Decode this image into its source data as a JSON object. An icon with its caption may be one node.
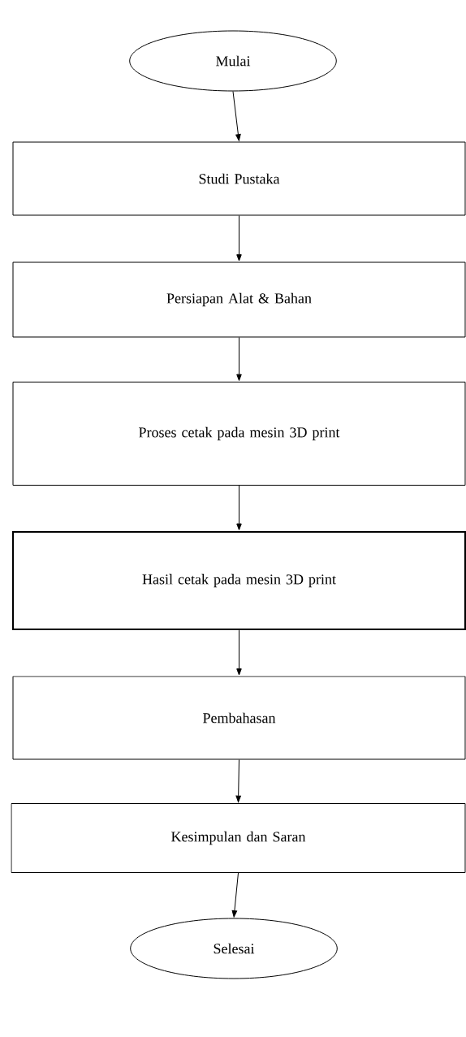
{
  "diagram": {
    "nodes": [
      {
        "text": [
          "Mulai"
        ]
      },
      {
        "text": [
          "Studi Pustaka"
        ]
      },
      {
        "text": [
          "Persiapan Alat & Bahan"
        ]
      },
      {
        "text": [
          "Proses cetak pada mesin 3D print"
        ]
      },
      {
        "text": [
          "Hasil cetak pada mesin 3D print"
        ]
      },
      {
        "text": [
          "Pembahasan"
        ]
      },
      {
        "text": [
          "Kesimpulan dan Saran"
        ]
      },
      {
        "text": [
          "Selesai"
        ]
      }
    ],
    "edges": [
      {
        "from": 0,
        "to": 1,
        "arrow": "to"
      },
      {
        "from": 1,
        "to": 2,
        "arrow": "to"
      },
      {
        "from": 2,
        "to": 3,
        "arrow": "to"
      },
      {
        "from": 3,
        "to": 4,
        "arrow": "to"
      },
      {
        "from": 4,
        "to": 5,
        "arrow": "to"
      },
      {
        "from": 5,
        "to": 6,
        "arrow": "to"
      },
      {
        "from": 6,
        "to": 7,
        "arrow": "to"
      }
    ]
  }
}
